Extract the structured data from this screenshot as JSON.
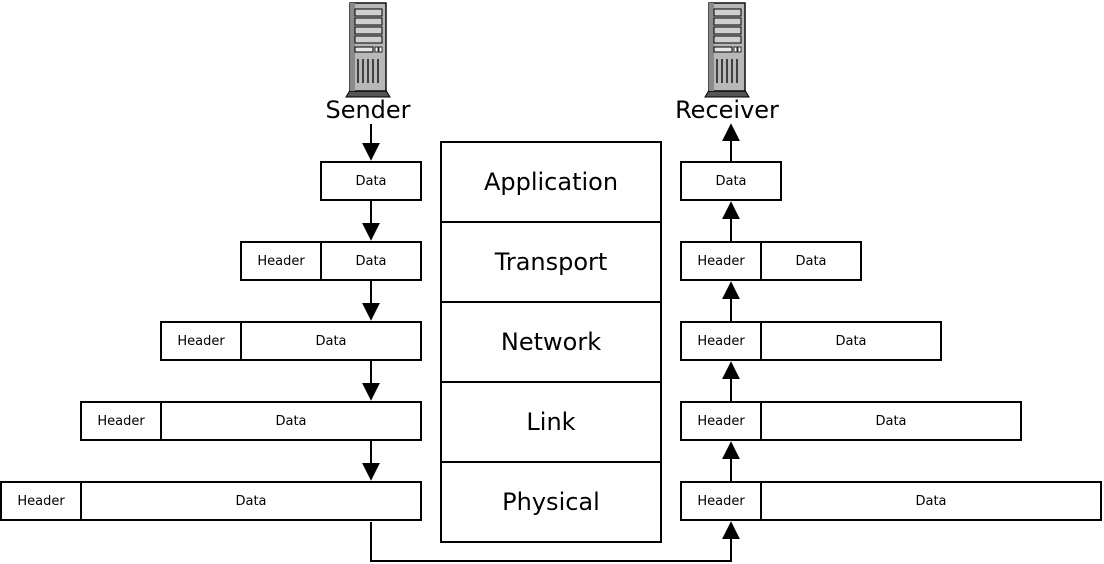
{
  "hosts": {
    "sender": {
      "label": "Sender",
      "icon": "server-icon"
    },
    "receiver": {
      "label": "Receiver",
      "icon": "server-icon"
    }
  },
  "layers": [
    {
      "label": "Application"
    },
    {
      "label": "Transport"
    },
    {
      "label": "Network"
    },
    {
      "label": "Link"
    },
    {
      "label": "Physical"
    }
  ],
  "packet_labels": {
    "header": "Header",
    "data": "Data"
  },
  "colors": {
    "stroke": "#000000",
    "background": "#ffffff",
    "server_body": "#b3b3b3",
    "server_dark": "#6e6e6e"
  }
}
